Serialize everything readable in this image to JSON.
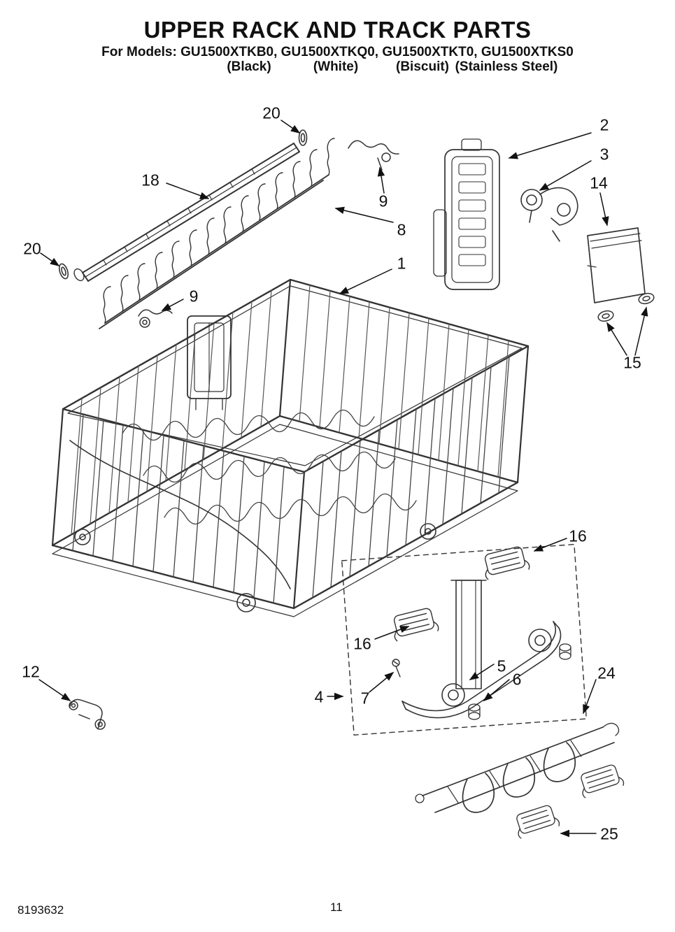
{
  "header": {
    "title": "UPPER RACK AND TRACK PARTS",
    "models_line": "For Models: GU1500XTKB0, GU1500XTKQ0, GU1500XTKT0, GU1500XTKS0",
    "colors": [
      "(Black)",
      "(White)",
      "(Biscuit)",
      "(Stainless Steel)"
    ]
  },
  "callouts": [
    {
      "label": "20"
    },
    {
      "label": "18"
    },
    {
      "label": "9"
    },
    {
      "label": "8"
    },
    {
      "label": "2"
    },
    {
      "label": "3"
    },
    {
      "label": "14"
    },
    {
      "label": "1"
    },
    {
      "label": "20"
    },
    {
      "label": "9"
    },
    {
      "label": "15"
    },
    {
      "label": "16"
    },
    {
      "label": "16"
    },
    {
      "label": "12"
    },
    {
      "label": "4"
    },
    {
      "label": "7"
    },
    {
      "label": "5"
    },
    {
      "label": "6"
    },
    {
      "label": "24"
    },
    {
      "label": "25"
    }
  ],
  "footer": {
    "doc_number": "8193632",
    "page_number": "11"
  },
  "palette": {
    "ink": "#111111",
    "paper": "#ffffff"
  }
}
